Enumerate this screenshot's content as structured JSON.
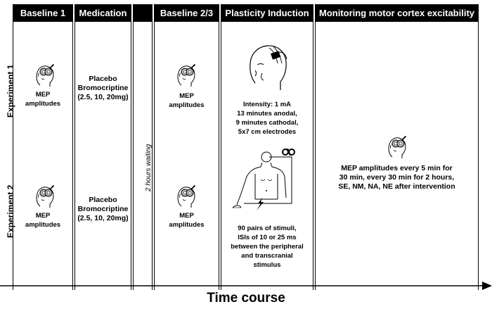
{
  "columns": [
    {
      "header": "Baseline 1"
    },
    {
      "header": "Medication"
    },
    {
      "header": ""
    },
    {
      "header": "Baseline 2/3"
    },
    {
      "header": "Plasticity Induction"
    },
    {
      "header": "Monitoring motor cortex excitability"
    }
  ],
  "rows": {
    "exp1": "Experiment 1",
    "exp2": "Experiment 2"
  },
  "baseline1": {
    "exp1": "MEP\namplitudes",
    "exp2": "MEP\namplitudes"
  },
  "medication": {
    "exp1": "Placebo\nBromocriptine\n(2.5, 10, 20mg)",
    "exp2": "Placebo\nBromocriptine\n(2.5, 10, 20mg)"
  },
  "waiting": "2 hours waiting",
  "baseline23": {
    "exp1": "MEP\namplitudes",
    "exp2": "MEP\namplitudes"
  },
  "plasticity": {
    "exp1": "Intensity: 1 mA\n13 minutes anodal,\n9 minutes cathodal,\n5x7 cm electrodes",
    "exp2": "90 pairs of stimuli,\nISIs of 10 or 25 ms\nbetween the peripheral\nand transcranial\nstimulus"
  },
  "monitoring": "MEP amplitudes every 5 min for\n30 min, every 30 min for 2 hours,\nSE, NM, NA, NE after intervention",
  "axis_title": "Time course",
  "icons": [
    "tms-head-icon",
    "tdcs-head-icon",
    "pas-body-icon",
    "figure-eight-coil-icon"
  ]
}
